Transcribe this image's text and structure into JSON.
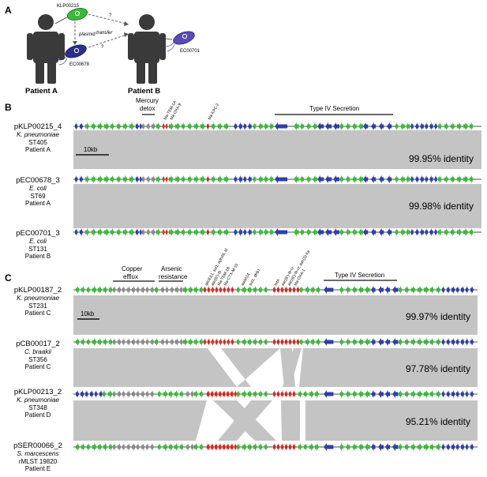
{
  "panelA": {
    "letter": "A",
    "patients": [
      "Patient A",
      "Patient B"
    ],
    "bacteria": [
      "KLP00215",
      "EC00678",
      "EC00701"
    ],
    "transfer": [
      "plasmid",
      "transfer"
    ],
    "question": "?"
  },
  "panelB": {
    "letter": "B",
    "regions": [
      "Mercury detox",
      "Type IV Secretion"
    ],
    "regionLines": [
      [
        "Mercury",
        "detox"
      ],
      [
        "Type IV Secretion"
      ]
    ],
    "genes": [
      "bla-TEM-1A",
      "bla-OXA-9",
      "bla-KPC-2"
    ],
    "scale": "10kb",
    "plasmids": [
      {
        "name": "pKLP00215_4",
        "species": "K. pneumoniae",
        "st": "ST405",
        "patient": "Patient A"
      },
      {
        "name": "pEC00678_3",
        "species": "E. coli",
        "st": "ST69",
        "patient": "Patient A"
      },
      {
        "name": "pEC00701_3",
        "species": "E. coli",
        "st": "ST131",
        "patient": "Patient B"
      }
    ],
    "identities": [
      "99.95% identity",
      "99.98% identity"
    ]
  },
  "panelC": {
    "letter": "C",
    "regionLines": [
      [
        "Copper",
        "efflux"
      ],
      [
        "Arsenic",
        "resistance"
      ],
      [
        "Type IV Secretion"
      ]
    ],
    "genes": [
      "qacEΔ1, sul1, aphA6, ld",
      "aac(6')-Ib",
      "bla-TEM-1B",
      "bla-CTX-M-15",
      "aadA14",
      "sul1, dfrB1",
      "tetA",
      "aac(6')-Ib-cr",
      "aac(6')-Ib-cr, aac(3)-IIa",
      "bla-OXA-1"
    ],
    "scale": "10kb",
    "plasmids": [
      {
        "name": "pKLP00187_2",
        "species": "K. pneumoniae",
        "st": "ST231",
        "patient": "Patient C"
      },
      {
        "name": "pCB00017_2",
        "species": "C. braakii",
        "st": "ST356",
        "patient": "Patient C"
      },
      {
        "name": "pKLP00213_2",
        "species": "K. pneumoniae",
        "st": "ST348",
        "patient": "Patient D"
      },
      {
        "name": "pSER00066_2",
        "species": "S. marcescens",
        "st": "rMLST 19820",
        "patient": "Patient E"
      }
    ],
    "identities": [
      "99.97% identity",
      "97.78% identity",
      "95.21% identity"
    ]
  },
  "colors": {
    "green": "#3cb93c",
    "blue": "#2f3fa8",
    "grey": "#8a8a8a",
    "red": "#e0251c",
    "band": "#c4c4c4",
    "person": "#3a3a3a"
  }
}
